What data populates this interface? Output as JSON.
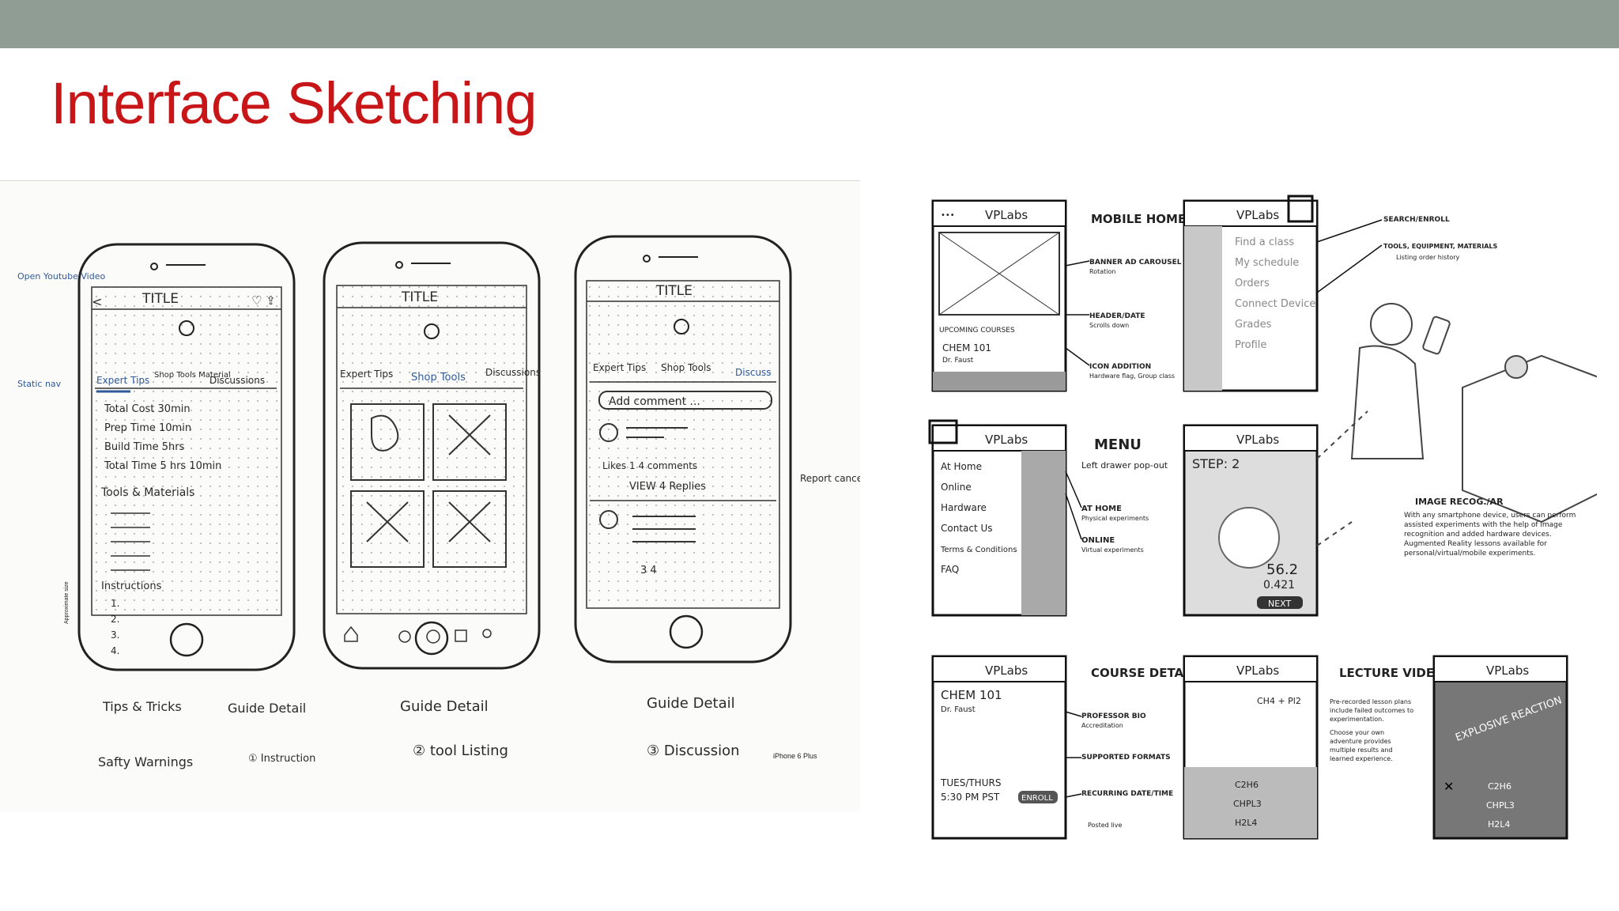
{
  "slide": {
    "title": "Interface Sketching",
    "colors": {
      "band": "#8f9d95",
      "title": "#c81618"
    }
  },
  "left_sketch": {
    "phones": [
      {
        "title": "TITLE",
        "tabs": [
          "Expert Tips",
          "Shop Tools Material",
          "Discussions"
        ],
        "list": [
          "Total Cost 30min",
          "Prep Time 10min",
          "Build Time 5hrs",
          "Total Time 5 hrs 10min"
        ],
        "section1": "Tools & Materials",
        "section2": "Instructions",
        "steps": [
          "1.",
          "2.",
          "3.",
          "4."
        ]
      },
      {
        "title": "TITLE",
        "tabs": [
          "Expert Tips",
          "Shop Tools",
          "Discussions"
        ]
      },
      {
        "title": "TITLE",
        "tabs": [
          "Expert Tips",
          "Shop Tools",
          "Discuss"
        ],
        "comment_placeholder": "Add comment ...",
        "likes": "Likes 1  4 comments",
        "view_replies": "VIEW 4 Replies",
        "counts": "3  4"
      }
    ],
    "annotations": {
      "open_video": "Open Youtube Video",
      "static_nav": "Static nav",
      "report": "Report cancel",
      "side": "Approximate size",
      "device": "iPhone 6 Plus"
    },
    "captions": [
      {
        "line1": "Tips & Tricks",
        "line2": "Safty Warnings"
      },
      {
        "line1": "Guide Detail",
        "line2": "① Instruction"
      },
      {
        "line1": "Guide Detail",
        "line2": "② tool Listing"
      },
      {
        "line1": "Guide Detail",
        "line2": "③ Discussion"
      }
    ]
  },
  "right_sketch": {
    "brand": "VPLabs",
    "screens": {
      "mobile_home": {
        "label": "MOBILE HOME",
        "upcoming": "UPCOMING COURSES",
        "course": "CHEM 101",
        "teacher": "Dr. Faust"
      },
      "search_menu": {
        "items": [
          "Find a class",
          "My schedule",
          "Orders",
          "Connect Device",
          "Grades",
          "Profile"
        ]
      },
      "menu": {
        "label": "MENU",
        "sub": "Left drawer pop-out",
        "items": [
          "At Home",
          "Online",
          "Hardware",
          "Contact Us",
          "Terms & Conditions",
          "FAQ"
        ]
      },
      "step": {
        "label": "STEP: 2",
        "value1": "56.2",
        "value2": "0.421",
        "next": "NEXT"
      },
      "course_detail": {
        "label": "COURSE DETAIL",
        "course": "CHEM 101",
        "teacher": "Dr. Faust",
        "schedule": "TUES/THURS",
        "time": "5:30 PM PST",
        "enroll": "ENROLL"
      },
      "lecture": {
        "label": "LECTURE VIDEO",
        "formula": "CH4 + Pl2",
        "options": [
          "C2H6",
          "CHPL3",
          "H2L4"
        ]
      },
      "reaction": {
        "overlay": "EXPLOSIVE REACTION",
        "options": [
          "C2H6",
          "CHPL3",
          "H2L4"
        ]
      }
    },
    "notes": [
      {
        "title": "BANNER AD CAROUSEL",
        "sub": "Rotation"
      },
      {
        "title": "HEADER/DATE",
        "sub": "Scrolls down"
      },
      {
        "title": "ICON ADDITION",
        "sub": "Hardware flag, Group class"
      },
      {
        "title": "SEARCH/ENROLL",
        "sub": ""
      },
      {
        "title": "TOOLS, EQUIPMENT, MATERIALS",
        "sub": "Listing order history"
      },
      {
        "title": "AT HOME",
        "sub": "Physical experiments"
      },
      {
        "title": "ONLINE",
        "sub": "Virtual experiments"
      },
      {
        "title": "IMAGE RECOG./AR",
        "sub": "With any smartphone device, users can perform assisted experiments with the help of image recognition and added hardware devices. Augmented Reality lessons available for personal/virtual/mobile experiments."
      },
      {
        "title": "PROFESSOR BIO",
        "sub": "Accreditation"
      },
      {
        "title": "SUPPORTED FORMATS",
        "sub": ""
      },
      {
        "title": "RECURRING DATE/TIME",
        "sub": "Posted live"
      },
      {
        "title": "Pre-recorded lesson plans include failed outcomes to experimentation.",
        "sub": ""
      },
      {
        "title": "Choose your own adventure provides multiple results and learned experience.",
        "sub": ""
      }
    ]
  }
}
